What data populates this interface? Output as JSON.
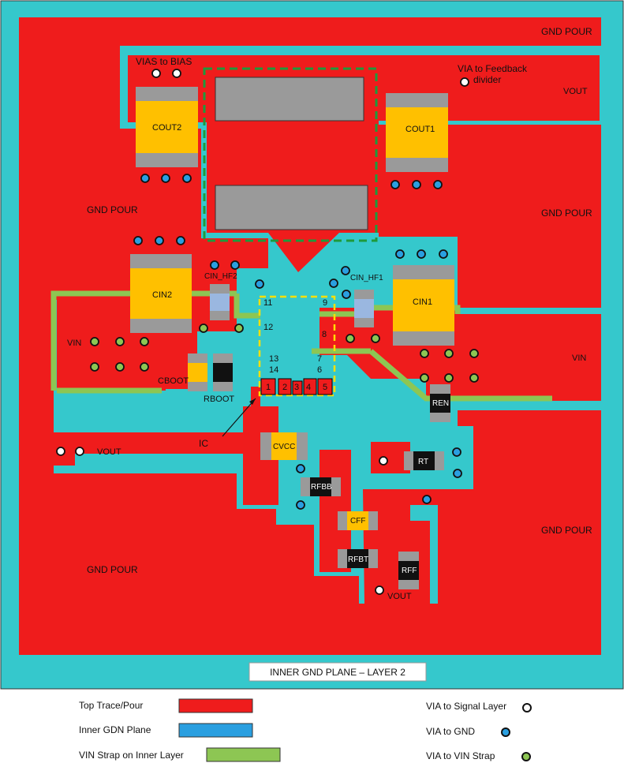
{
  "colors": {
    "inner_plane": "#35C8CC",
    "top_pour": "#EF1C1C",
    "vin_strap": "#8DC653",
    "pad": "#9A9A9A",
    "cap_body": "#FFC000",
    "res_body": "#111111",
    "small_cap_body": "#9AB7E0",
    "ic_outline": "#FFE000",
    "inductor_outline": "#1E9A3C",
    "via_ring": "#111111",
    "via_gnd": "#2A9FE0",
    "via_vin": "#8DC653",
    "via_signal": "#FFFFFF"
  },
  "labels": {
    "gnd_pour_top_right": "GND POUR",
    "gnd_pour_left": "GND POUR",
    "gnd_pour_right_mid": "GND POUR",
    "gnd_pour_right_low": "GND POUR",
    "gnd_pour_bottom_left": "GND POUR",
    "vias_bias": "VIAS to BIAS",
    "via_feedback_1": "VIA to Feedback",
    "via_feedback_2": "divider",
    "vout_top": "VOUT",
    "vout_left": "VOUT",
    "vout_bottom": "VOUT",
    "vin_left": "VIN",
    "vin_right": "VIN",
    "cboot": "CBOOT",
    "rboot": "RBOOT",
    "ic": "IC",
    "cin_hf2": "CIN_HF2",
    "cin_hf1": "CIN_HF1",
    "cout1": "COUT1",
    "cout2": "COUT2",
    "cin1": "CIN1",
    "cin2": "CIN2",
    "cvcc": "CVCC",
    "rfbb": "RFBB",
    "cff": "CFF",
    "rfbt": "RFBT",
    "rff": "RFF",
    "rt": "RT",
    "ren": "REN",
    "footer_title": "INNER GND PLANE – LAYER 2"
  },
  "pins": [
    "1",
    "2",
    "3",
    "4",
    "5",
    "6",
    "7",
    "8",
    "9",
    "11",
    "12",
    "13",
    "14"
  ],
  "legend": {
    "top_trace": "Top Trace/Pour",
    "inner_gnd": "Inner GDN Plane",
    "vin_strap": "VIN Strap on Inner Layer",
    "via_signal": "VIA to Signal Layer",
    "via_gnd": "VIA to GND",
    "via_vin": "VIA to VIN Strap"
  }
}
